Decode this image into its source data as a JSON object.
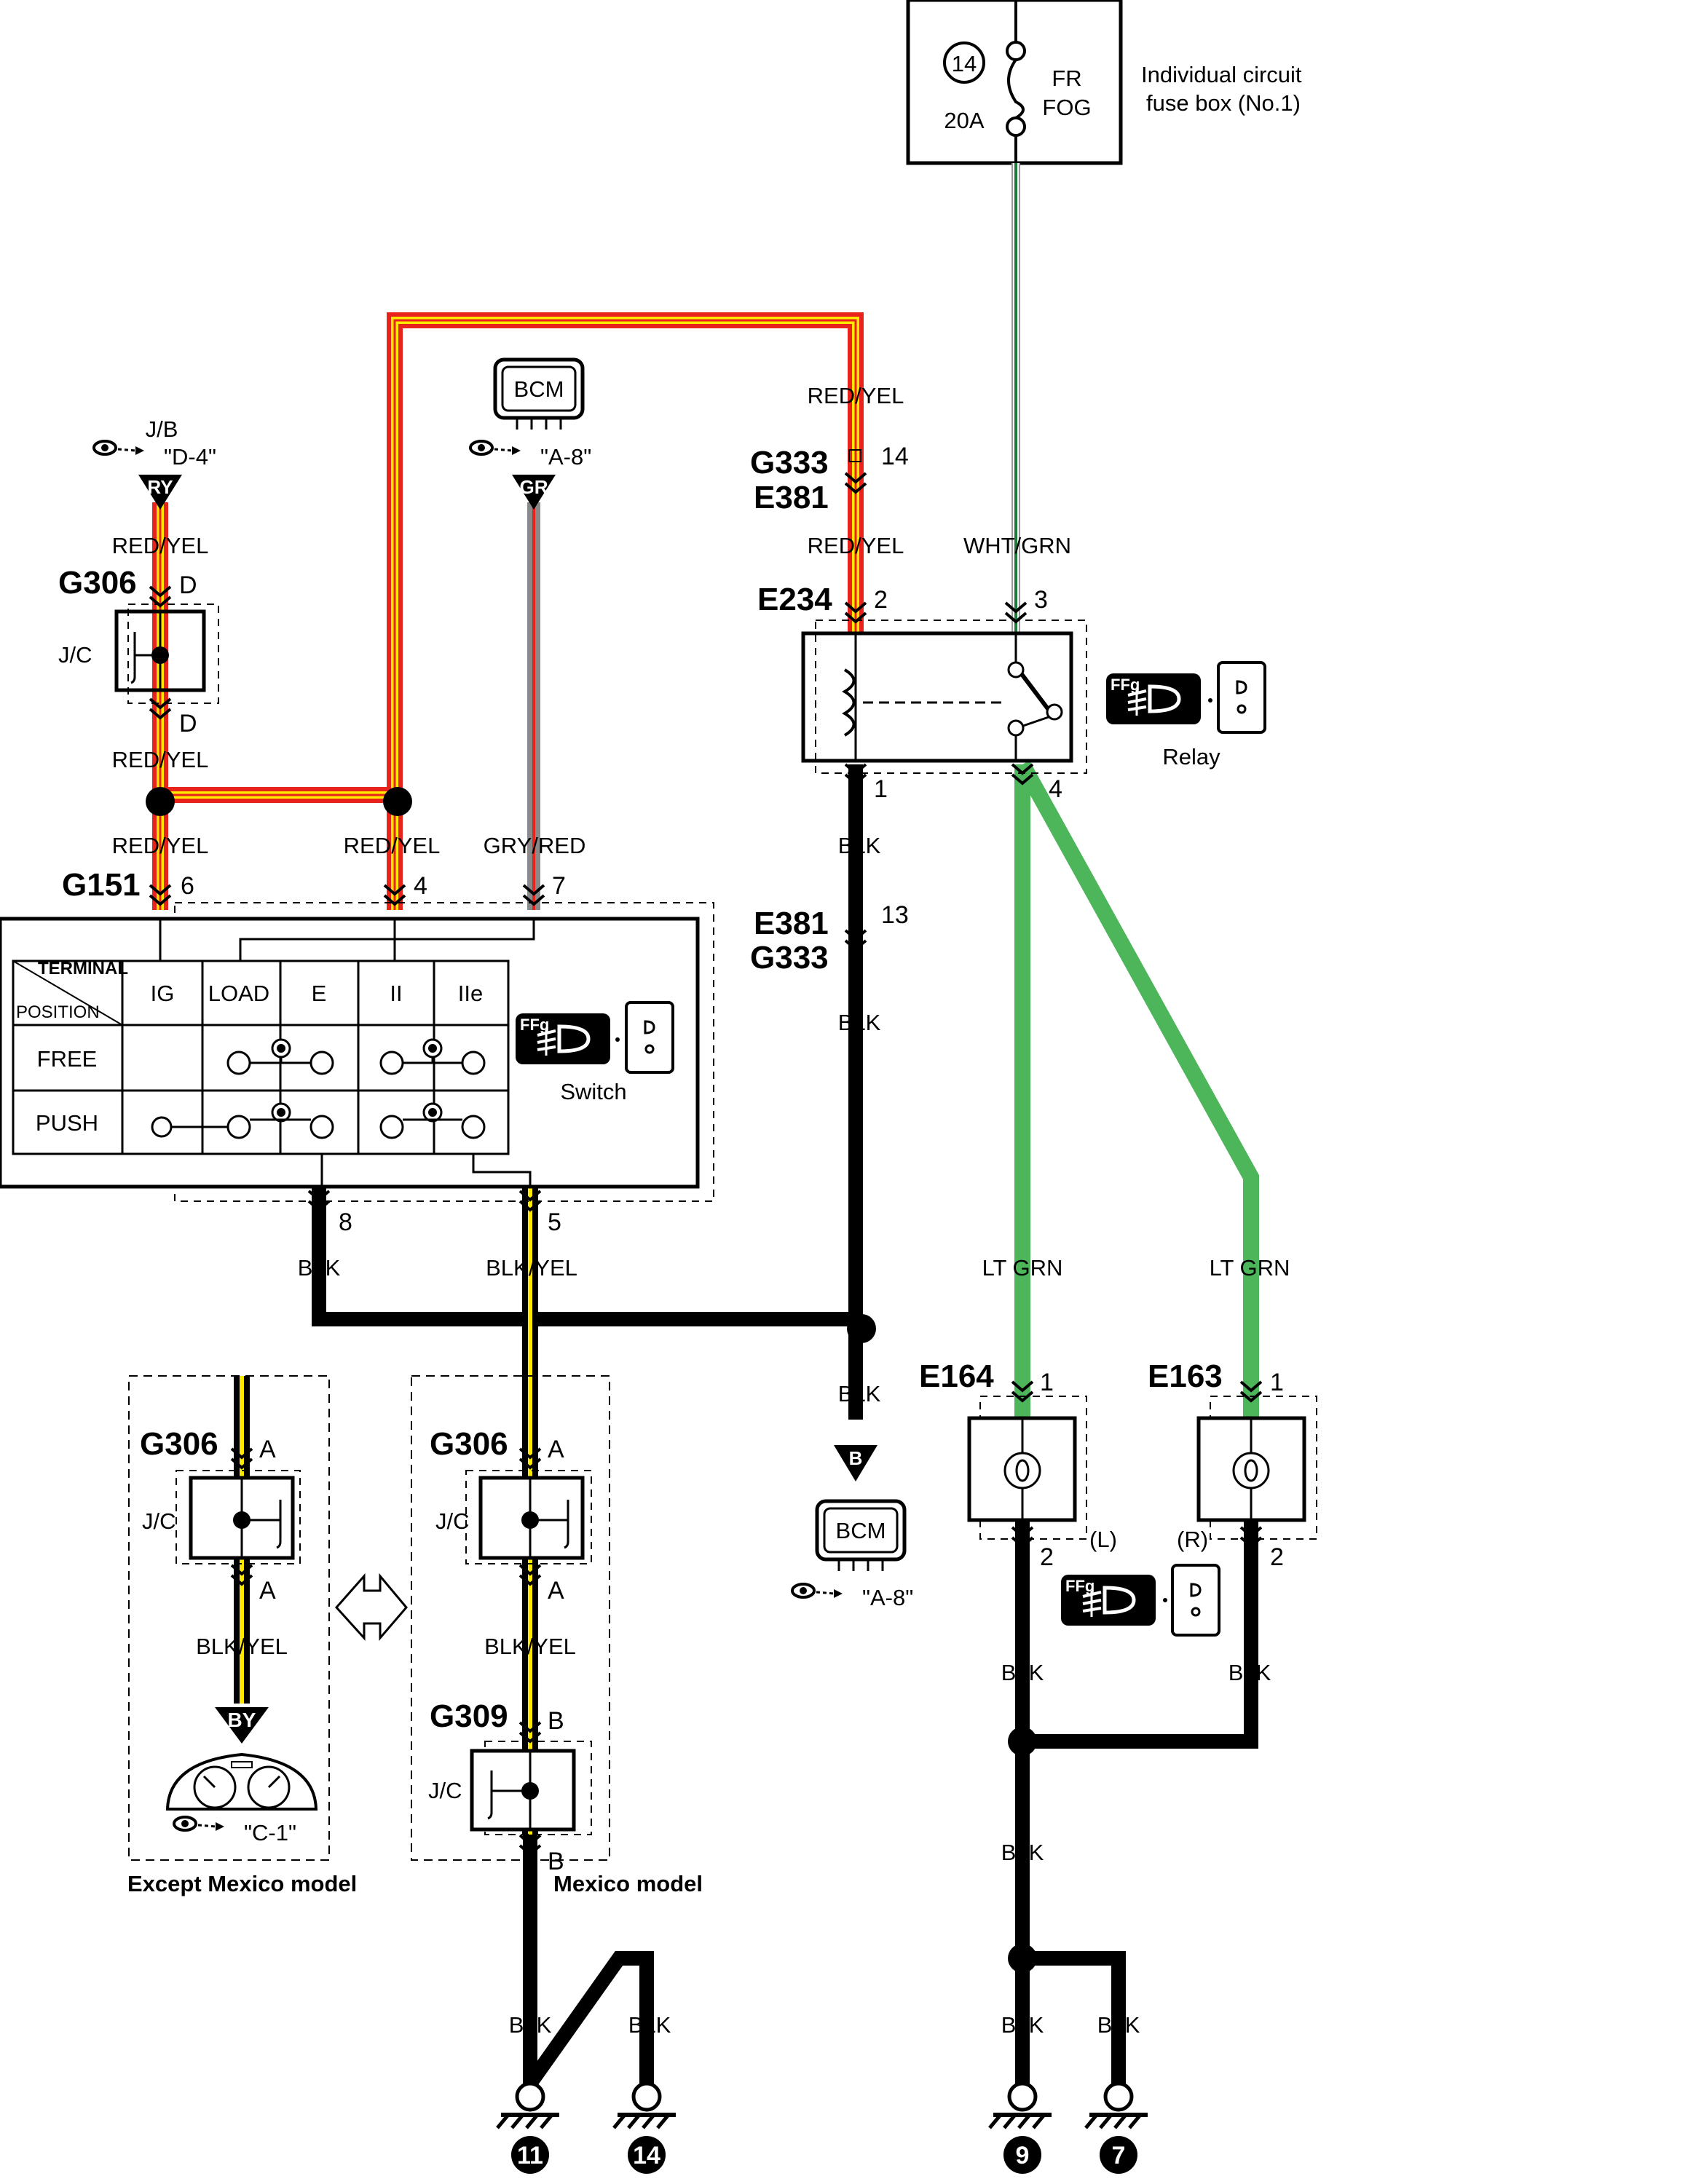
{
  "colors": {
    "red": "#e8231c",
    "yellow": "#ffe800",
    "green": "#4db55a",
    "dark_green": "#1f7a3a",
    "gray": "#8a8a8a",
    "black": "#000000"
  },
  "fuse": {
    "number": "14",
    "rating": "20A",
    "name_line1": "FR",
    "name_line2": "FOG",
    "box_line1": "Individual circuit",
    "box_line2": "fuse box (No.1)"
  },
  "wires": {
    "red_yel": "RED/YEL",
    "wht_grn": "WHT/GRN",
    "gry_red": "GRY/RED",
    "blk": "BLK",
    "blk_yel": "BLK/YEL",
    "lt_grn": "LT GRN"
  },
  "refs": {
    "jb_label": "J/B",
    "jb_ref": "\"D-4\"",
    "jb_code": "RY",
    "bcm_label": "BCM",
    "bcm_ref": "\"A-8\"",
    "bcm_code": "GR",
    "bcm2_code": "B",
    "meter_code": "BY",
    "meter_ref": "\"C-1\""
  },
  "connectors": {
    "g306": "G306",
    "g333": "G333",
    "e381": "E381",
    "e234": "E234",
    "g151": "G151",
    "g309": "G309",
    "e164": "E164",
    "e163": "E163",
    "jc": "J/C"
  },
  "pins": {
    "d": "D",
    "a": "A",
    "b": "B",
    "p1": "1",
    "p2": "2",
    "p3": "3",
    "p4": "4",
    "p5": "5",
    "p6": "6",
    "p7": "7",
    "p8": "8",
    "p13": "13",
    "p14": "14",
    "left": "(L)",
    "right": "(R)"
  },
  "relay": {
    "label": "Relay"
  },
  "switch_table": {
    "corner_top": "TERMINAL",
    "corner_bottom": "POSITION",
    "headers": [
      "IG",
      "LOAD",
      "E",
      "II",
      "IIe"
    ],
    "rows": [
      "FREE",
      "PUSH"
    ],
    "label": "Switch"
  },
  "icon_badge": "FFg",
  "sections": {
    "except": "Except Mexico model",
    "mexico": "Mexico model"
  },
  "grounds": [
    "11",
    "14",
    "9",
    "7"
  ]
}
